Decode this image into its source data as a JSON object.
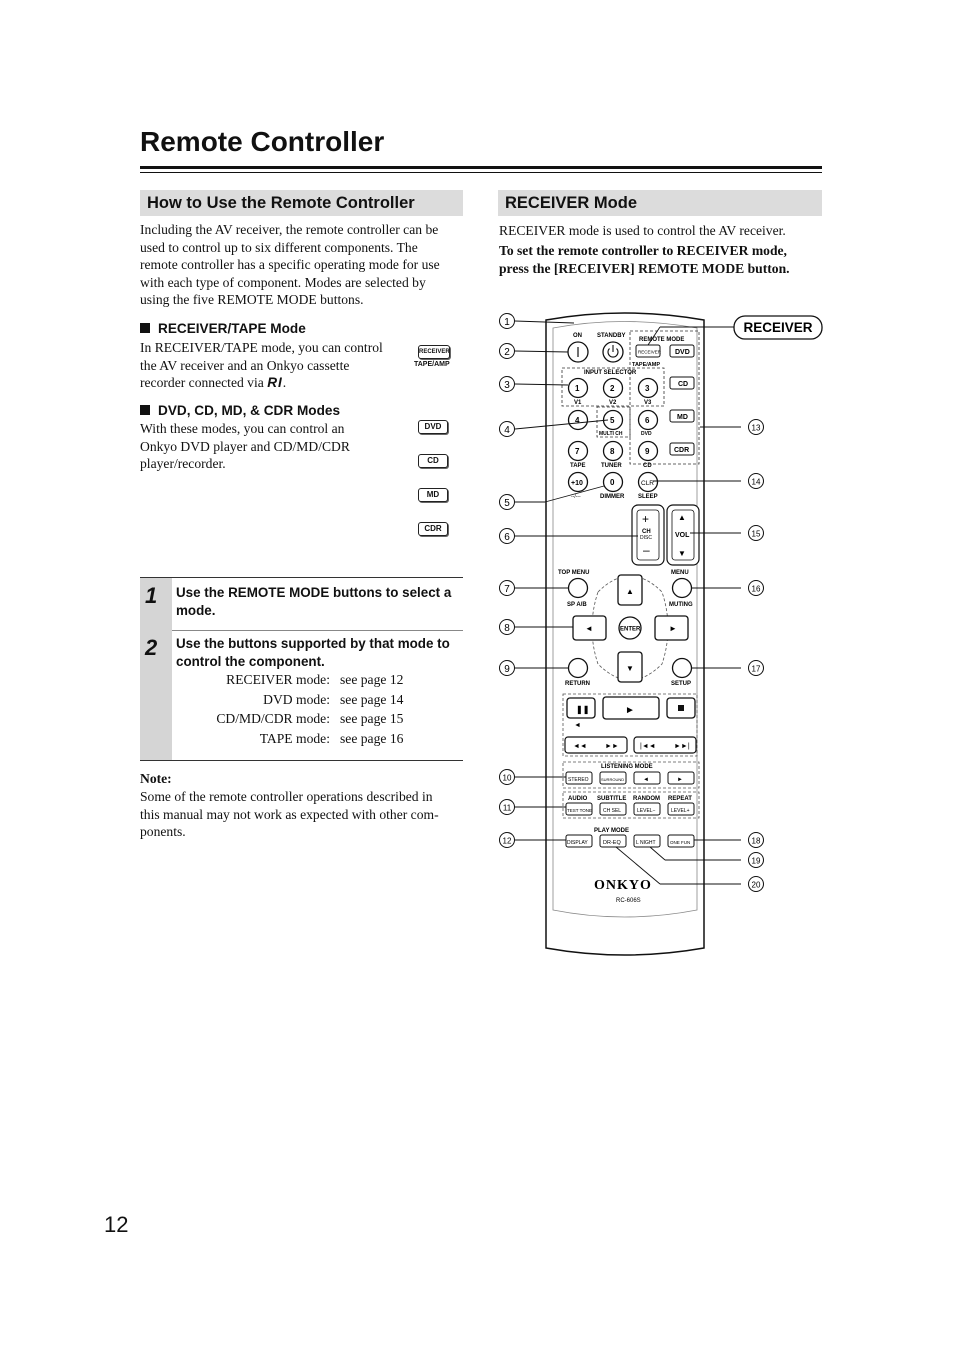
{
  "page": {
    "title": "Remote Controller",
    "page_number": "12"
  },
  "left": {
    "heading": "How to Use the Remote Controller",
    "intro": [
      "Including the AV receiver, the remote controller can be",
      "used to control up to six different components. The",
      "remote controller has a specific operating mode for use",
      "with each type of component. Modes are selected by",
      "using the five REMOTE MODE buttons."
    ],
    "receiver_tape": {
      "heading": "RECEIVER/TAPE Mode",
      "text": [
        "In RECEIVER/TAPE mode, you can control",
        "the AV receiver and an Onkyo cassette",
        "recorder connected via"
      ],
      "ri_symbol": "RI",
      "button": "RECEIVER",
      "button_sub": "TAPE/AMP"
    },
    "dvd_modes": {
      "heading": "DVD, CD, MD, & CDR Modes",
      "text": [
        "With these modes, you can control an",
        "Onkyo DVD player and CD/MD/CDR",
        "player/recorder."
      ],
      "buttons": [
        "DVD",
        "CD",
        "MD",
        "CDR"
      ]
    },
    "steps": [
      {
        "num": "1",
        "text": "Use the REMOTE MODE buttons to select a mode."
      },
      {
        "num": "2",
        "text": "Use the buttons supported by that mode to control the component."
      }
    ],
    "mode_pages": [
      {
        "mode": "RECEIVER mode:",
        "page": "see page 12"
      },
      {
        "mode": "DVD mode:",
        "page": "see page 14"
      },
      {
        "mode": "CD/MD/CDR mode:",
        "page": "see page 15"
      },
      {
        "mode": "TAPE mode:",
        "page": "see page 16"
      }
    ],
    "note_label": "Note:",
    "note": [
      "Some of the remote controller operations described in",
      "this manual may not work as expected with other com-",
      "ponents."
    ]
  },
  "right": {
    "heading": "RECEIVER Mode",
    "intro": "RECEIVER mode is used to control the AV receiver.",
    "instruction": [
      "To set the remote controller to RECEIVER mode,",
      "press the [RECEIVER] REMOTE MODE button."
    ],
    "callout": "RECEIVER"
  },
  "remote": {
    "left_callouts": [
      "1",
      "2",
      "3",
      "4",
      "5",
      "6",
      "7",
      "8",
      "9",
      "10",
      "11",
      "12"
    ],
    "right_callouts": [
      "13",
      "14",
      "15",
      "16",
      "17",
      "18",
      "19",
      "20"
    ],
    "labels": {
      "on": "ON",
      "standby": "STANDBY",
      "remote_mode": "REMOTE MODE",
      "tape_amp": "TAPE/AMP",
      "input_selector": "INPUT SELECTOR",
      "v1": "V1",
      "v2": "V2",
      "v3": "V3",
      "multi_ch": "MULTI CH",
      "dvd": "DVD",
      "tape": "TAPE",
      "tuner": "TUNER",
      "cd": "CD",
      "dimmer": "DIMMER",
      "sleep": "SLEEP",
      "dashes": "--/---",
      "top_menu": "TOP MENU",
      "menu": "MENU",
      "sp_ab": "SP A/B",
      "muting": "MUTING",
      "enter": "ENTER",
      "return": "RETURN",
      "setup": "SETUP",
      "listening_mode": "LISTENING MODE",
      "audio": "AUDIO",
      "subtitle": "SUBTITLE",
      "random": "RANDOM",
      "repeat": "REPEAT",
      "play_mode": "PLAY MODE",
      "ch": "CH",
      "disc": "DISC",
      "vol": "VOL",
      "brand": "ONKYO",
      "model": "RC-606S"
    },
    "mode_buttons": [
      "RECEIVER",
      "DVD",
      "CD",
      "MD",
      "CDR"
    ],
    "digits": [
      "1",
      "2",
      "3",
      "4",
      "5",
      "6",
      "7",
      "8",
      "9",
      "+10",
      "0",
      "CLR"
    ],
    "small_buttons": [
      "STEREO",
      "SURROUND",
      "TEST TONE",
      "CH SEL",
      "LEVEL−",
      "LEVEL+",
      "DISPLAY",
      "DR-EQ",
      "L NIGHT",
      "ONE FUN"
    ]
  }
}
